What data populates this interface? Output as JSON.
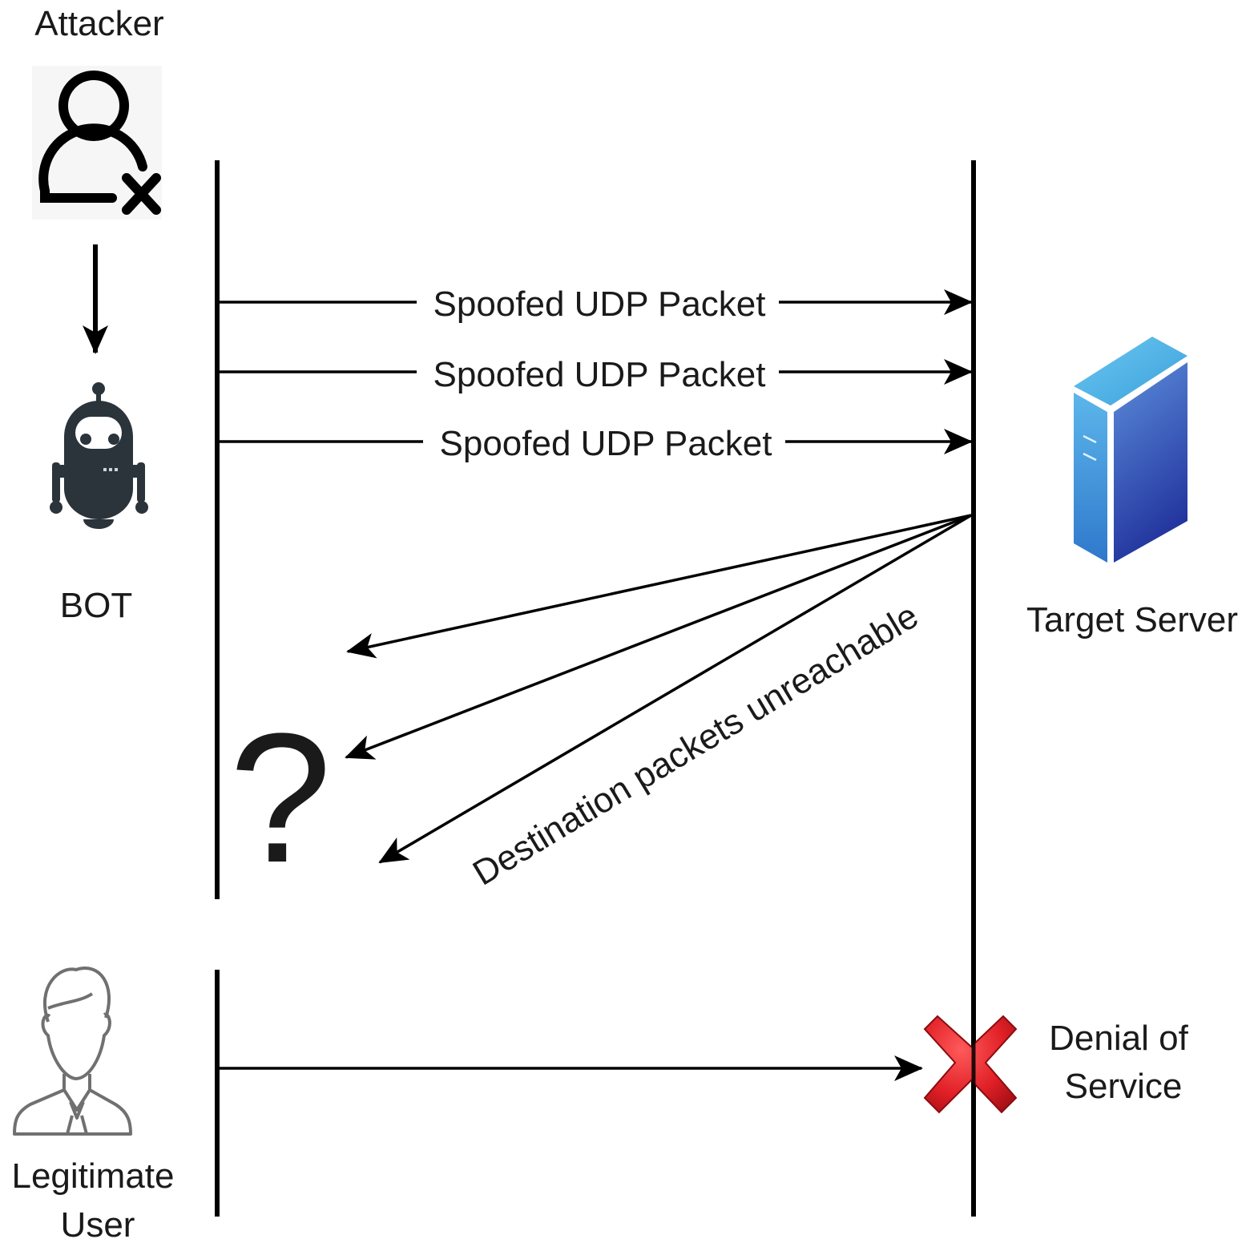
{
  "actors": {
    "attacker": {
      "label": "Attacker",
      "icon": "user-x-icon"
    },
    "bot": {
      "label": "BOT",
      "icon": "robot-icon"
    },
    "legitimate_user": {
      "label_line1": "Legitimate",
      "label_line2": "User",
      "icon": "businessman-icon"
    },
    "target_server": {
      "label": "Target Server",
      "icon": "server-icon"
    }
  },
  "messages": [
    {
      "label": "Spoofed UDP Packet",
      "from": "bot",
      "to": "target_server"
    },
    {
      "label": "Spoofed UDP Packet",
      "from": "bot",
      "to": "target_server"
    },
    {
      "label": "Spoofed UDP Packet",
      "from": "bot",
      "to": "target_server"
    }
  ],
  "responses": {
    "label": "Destination packets unreachable",
    "count": 3,
    "unknown_destination_symbol": "?"
  },
  "denial": {
    "label_line1": "Denial of",
    "label_line2": "Service",
    "icon": "red-x-icon",
    "color": "#d9232b"
  },
  "colors": {
    "line": "#000000",
    "bot_fill": "#2b333b",
    "server_light": "#4fb3e8",
    "server_dark": "#2a3fa8",
    "user_outline": "#707070"
  }
}
